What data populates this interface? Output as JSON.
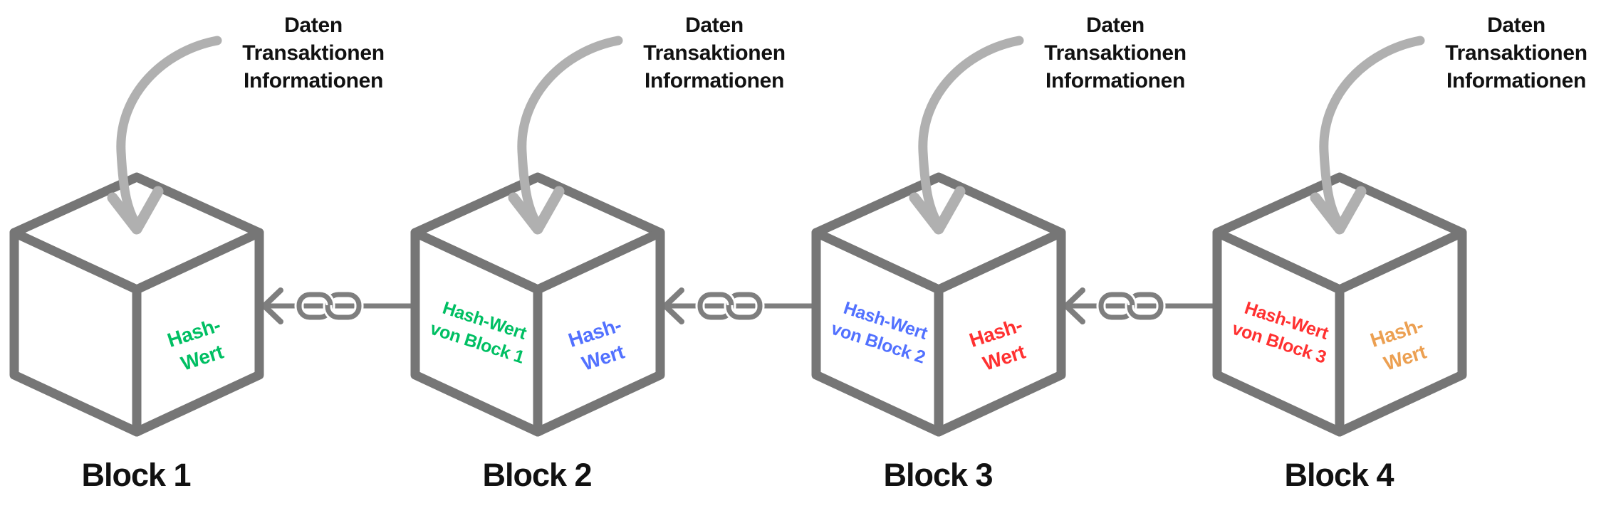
{
  "diagram": {
    "type": "blockchain-diagram",
    "language": "de"
  },
  "caption": {
    "line1": "Daten",
    "line2": "Transaktionen",
    "line3": "Informationen"
  },
  "blocks": [
    {
      "label": "Block 1",
      "own_hash": {
        "line1": "Hash-",
        "line2": "Wert",
        "color": "#00BF63"
      }
    },
    {
      "label": "Block 2",
      "previous_hash": {
        "line1": "Hash-Wert",
        "line2": "von Block 1",
        "color": "#00BF63"
      },
      "own_hash": {
        "line1": "Hash-",
        "line2": "Wert",
        "color": "#5271FF"
      }
    },
    {
      "label": "Block 3",
      "previous_hash": {
        "line1": "Hash-Wert",
        "line2": "von Block 2",
        "color": "#5271FF"
      },
      "own_hash": {
        "line1": "Hash-",
        "line2": "Wert",
        "color": "#FF3131"
      }
    },
    {
      "label": "Block 4",
      "previous_hash": {
        "line1": "Hash-Wert",
        "line2": "von Block 3",
        "color": "#FF3131"
      },
      "own_hash": {
        "line1": "Hash-",
        "line2": "Wert",
        "color": "#ECA052"
      }
    }
  ],
  "icons": {
    "chain": "chain-link-icon",
    "data_arrow": "curved-arrow-down-icon",
    "link_arrow": "arrow-left-icon",
    "block_shape": "cube-icon"
  },
  "palette": {
    "cube_outline": "#767676",
    "connector": "#7e7e7e",
    "data_arrow": "#b0b0b0",
    "text": "#111111",
    "background": "#ffffff"
  }
}
